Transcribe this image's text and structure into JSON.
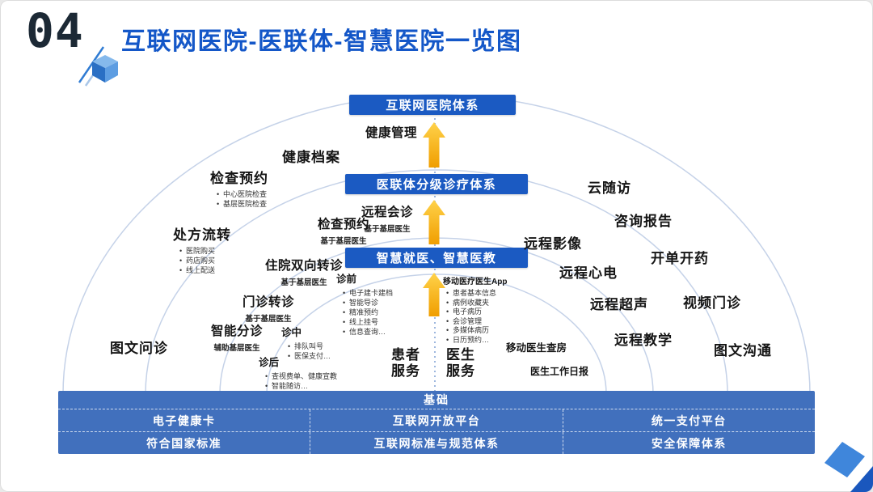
{
  "slide": {
    "number": "04",
    "title": "互联网医院-医联体-智慧医院一览图"
  },
  "tiers": {
    "t1": "互联网医院体系",
    "t2": "医联体分级诊疗体系",
    "t3": "智慧就医、智慧医教"
  },
  "flow": {
    "arrow1_label": "健康管理",
    "arrow2_label": "远程会诊",
    "arrow2_sub": "基于基层医生"
  },
  "left_outer": [
    {
      "title": "健康档案"
    },
    {
      "title": "检查预约",
      "subs": [
        "中心医院检查",
        "基层医院检查"
      ]
    },
    {
      "title": "处方流转",
      "subs": [
        "医院购买",
        "药店购买",
        "线上配送"
      ]
    },
    {
      "title": "图文问诊"
    }
  ],
  "left_mid": [
    {
      "title": "检查预约",
      "sub": "基于基层医生"
    },
    {
      "title": "住院双向转诊",
      "sub": "基于基层医生"
    },
    {
      "title": "门诊转诊",
      "sub": "基于基层医生"
    },
    {
      "title": "智能分诊",
      "sub": "辅助基层医生"
    }
  ],
  "patient_zone": {
    "pre": {
      "title": "诊前",
      "items": [
        "电子建卡建档",
        "智能导诊",
        "精准预约",
        "线上挂号",
        "信息查询…"
      ]
    },
    "mid": {
      "title": "诊中",
      "items": [
        "排队叫号",
        "医保支付…"
      ]
    },
    "post": {
      "title": "诊后",
      "items": [
        "查视费单、健康宣教",
        "智能随访…"
      ]
    },
    "patient_service": "患者服务",
    "doctor_service": "医生服务"
  },
  "doctor_zone": {
    "app": {
      "title": "移动医疗医生App",
      "items": [
        "患者基本信息",
        "病例收藏夹",
        "电子病历",
        "会诊管理",
        "多媒体病历",
        "日历预约…"
      ]
    },
    "rounds": "移动医生查房",
    "daily_report": "医生工作日报"
  },
  "right_outer": [
    "云随访",
    "咨询报告",
    "开单开药",
    "远程影像",
    "远程心电",
    "远程超声",
    "远程教学",
    "视频门诊",
    "图文沟通"
  ],
  "foundation": {
    "header": "基础",
    "row1": [
      "电子健康卡",
      "互联网开放平台",
      "统一支付平台"
    ],
    "row2": [
      "符合国家标准",
      "互联网标准与规范体系",
      "安全保障体系"
    ]
  },
  "colors": {
    "title_blue": "#1457c8",
    "banner_blue": "#1b5ac2",
    "foundation_blue": "#4170bd",
    "arrow_gold": "#f6ab00",
    "arc_line": "#c5d2e8"
  }
}
